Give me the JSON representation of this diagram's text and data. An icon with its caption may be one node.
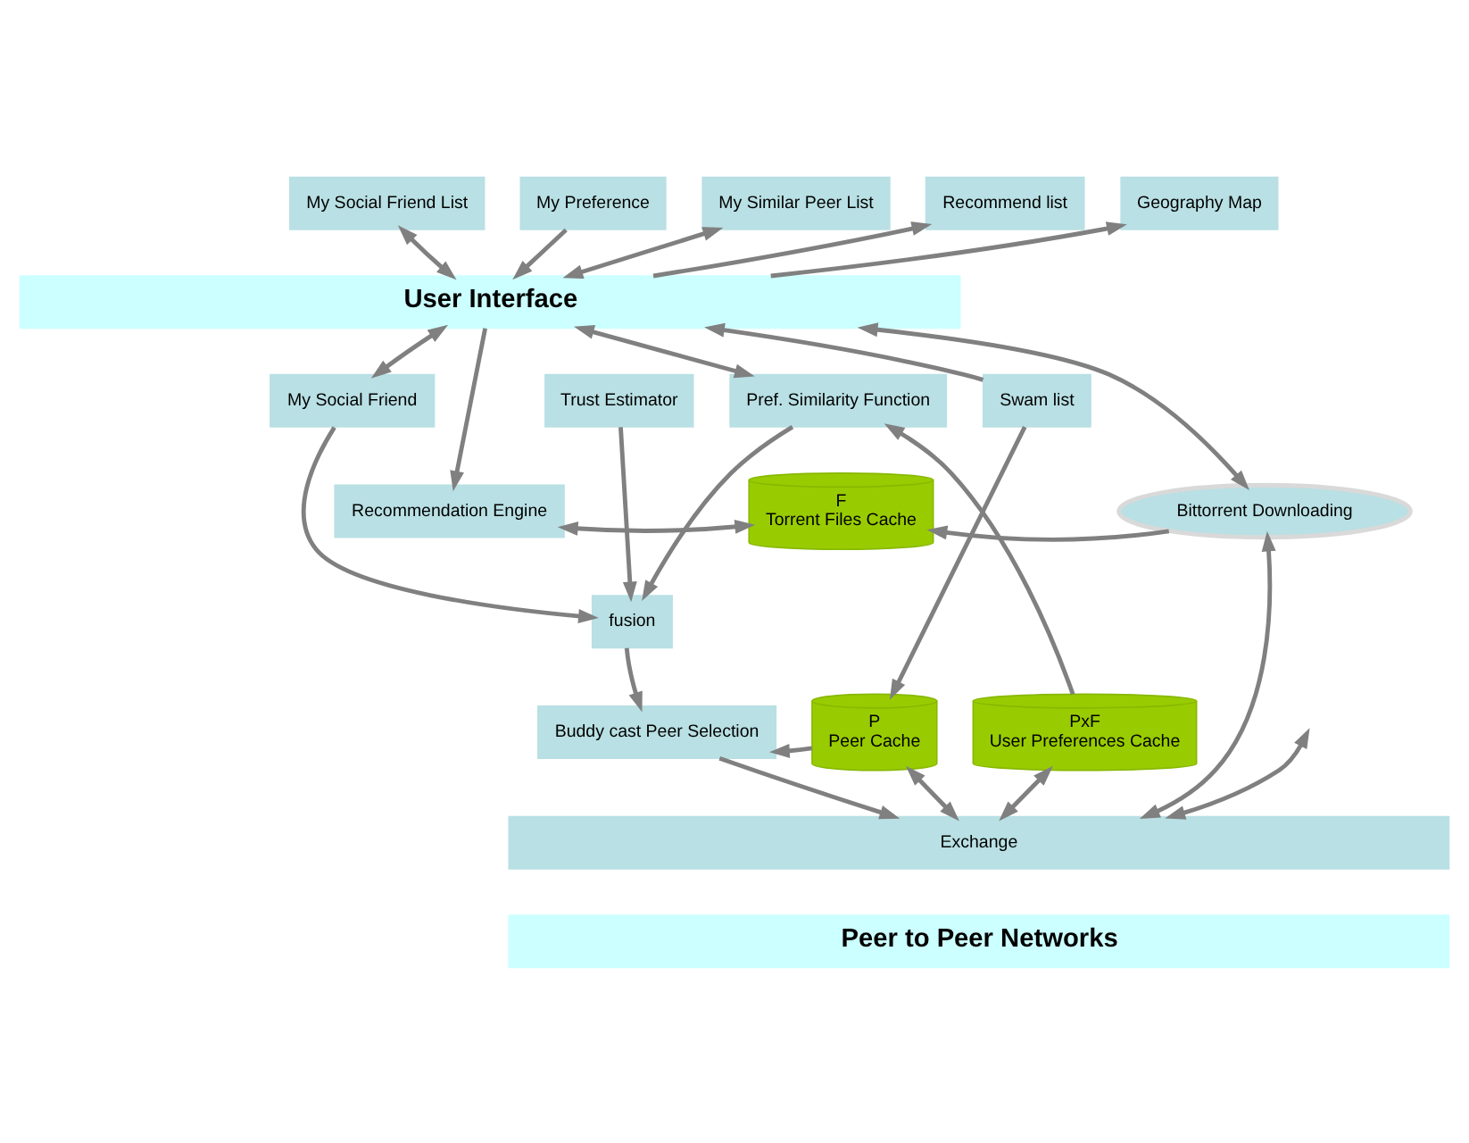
{
  "diagram": {
    "nodes": [
      {
        "text": [
          "My Social Friend List"
        ]
      },
      {
        "text": [
          "My Preference"
        ]
      },
      {
        "text": [
          "My Similar Peer List"
        ]
      },
      {
        "text": [
          "Recommend list"
        ]
      },
      {
        "text": [
          "Geography Map"
        ]
      },
      {
        "text": [
          "User Interface"
        ]
      },
      {
        "text": [
          "My Social Friend"
        ]
      },
      {
        "text": [
          "Trust Estimator"
        ]
      },
      {
        "text": [
          "Pref. Similarity Function"
        ]
      },
      {
        "text": [
          "Swam list"
        ]
      },
      {
        "text": [
          "Recommendation Engine"
        ]
      },
      {
        "text": [
          "F",
          "Torrent Files Cache"
        ]
      },
      {
        "text": [
          "Bittorrent Downloading"
        ]
      },
      {
        "text": [
          "fusion"
        ]
      },
      {
        "text": [
          "Buddy cast Peer Selection"
        ]
      },
      {
        "text": [
          "P",
          "Peer Cache"
        ]
      },
      {
        "text": [
          "PxF",
          "User Preferences Cache"
        ]
      },
      {
        "text": [
          "Exchange"
        ]
      },
      {
        "text": [
          "Peer to Peer Networks"
        ]
      }
    ],
    "edges": [
      {
        "from": 0,
        "to": 5,
        "arrow": "both"
      },
      {
        "from": 1,
        "to": 5,
        "arrow": "to"
      },
      {
        "from": 2,
        "to": 5,
        "arrow": "both"
      },
      {
        "from": 5,
        "to": 3,
        "arrow": "to"
      },
      {
        "from": 5,
        "to": 4,
        "arrow": "to"
      },
      {
        "from": 5,
        "to": 6,
        "arrow": "both"
      },
      {
        "from": 5,
        "to": 8,
        "arrow": "both"
      },
      {
        "from": 5,
        "to": 10,
        "arrow": "to"
      },
      {
        "from": 9,
        "to": 5,
        "arrow": "to"
      },
      {
        "from": 5,
        "to": 12,
        "arrow": "both"
      },
      {
        "from": 6,
        "to": 13,
        "arrow": "to"
      },
      {
        "from": 7,
        "to": 13,
        "arrow": "to"
      },
      {
        "from": 8,
        "to": 13,
        "arrow": "to"
      },
      {
        "from": 16,
        "to": 8,
        "arrow": "to"
      },
      {
        "from": 9,
        "to": 15,
        "arrow": "to"
      },
      {
        "from": 10,
        "to": 11,
        "arrow": "both"
      },
      {
        "from": 12,
        "to": 11,
        "arrow": "to"
      },
      {
        "from": 13,
        "to": 14,
        "arrow": "to"
      },
      {
        "from": 15,
        "to": 14,
        "arrow": "to"
      },
      {
        "from": 14,
        "to": 17,
        "arrow": "to"
      },
      {
        "from": 15,
        "to": 17,
        "arrow": "both"
      },
      {
        "from": 16,
        "to": 17,
        "arrow": "both"
      },
      {
        "from": null,
        "to": 17,
        "arrow": "both"
      },
      {
        "from": 12,
        "to": 17,
        "arrow": "both"
      }
    ]
  }
}
